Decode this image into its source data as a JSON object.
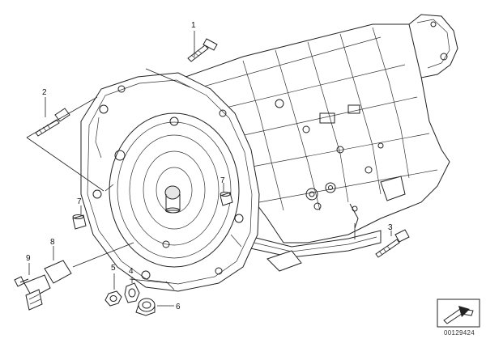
{
  "callouts": [
    "1",
    "2",
    "3",
    "4",
    "5",
    "6",
    "7",
    "7",
    "8",
    "9"
  ],
  "reference_number": "00129424",
  "icons": {
    "corner_symbol": "parts-catalog-arrow-icon"
  }
}
